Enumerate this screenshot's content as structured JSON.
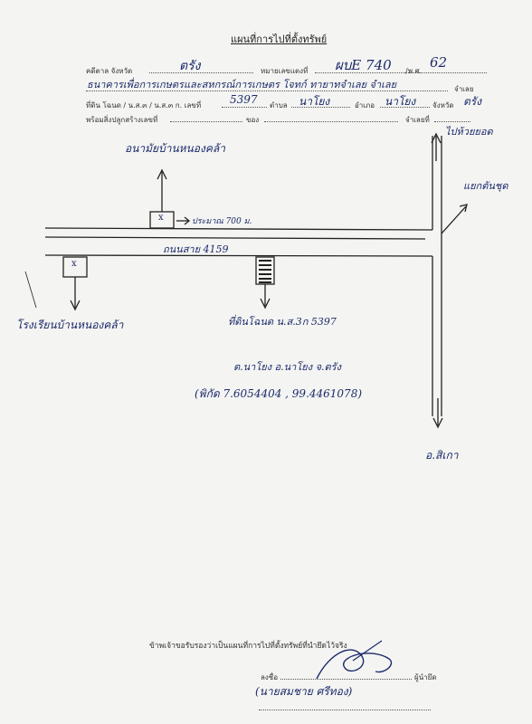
{
  "title": "แผนที่การไปที่ตั้งทรัพย์",
  "form": {
    "court_label": "คดีตาล จังหวัด",
    "court_value": "ตรัง",
    "case_label": "หมายเลขแดงที่",
    "case_value": "ผบE 740",
    "case_year_sep": "/พ.ศ.",
    "case_year": "62",
    "parties_value": "ธนาคารเพื่อการเกษตรและสหกรณ์การเกษตร  โจทก์   ทายาทจำเลย  จำเลย",
    "parties_label": "จำเลย",
    "land_label": "ที่ดิน โฉนด / น.ส.๓ / น.ส.๓ ก. เลขที่",
    "land_value": "5397",
    "subdistrict_label": "ตำบล",
    "subdistrict_value": "นาโยง",
    "district_label": "อำเภอ",
    "district_value": "นาโยง",
    "province_label": "จังหวัด",
    "province_value": "ตรัง",
    "building_label": "พร้อมสิ่งปลูกสร้างเลขที่",
    "of_label": "ของ",
    "defendant_no_label": "จำเลยที่"
  },
  "map": {
    "north_label": "ไปห้วยยอด",
    "east_label": "แยกตันชุด",
    "south_label": "อ.สิเกา",
    "village_hall_label": "อนามัยบ้านหนองคล้า",
    "school_label": "โรงเรียนบ้านหนองคล้า",
    "distance_label": "ประมาณ 700 ม.",
    "road_label": "ถนนสาย 4159",
    "property_label": "ที่ดินโฉนด น.ส.3ก 5397",
    "location_label": "ต.นาโยง  อ.นาโยง จ.ตรัง",
    "coords_label": "(พิกัด 7.6054404 , 99.4461078)",
    "x_mark": "x"
  },
  "certification": "ข้าพเจ้าขอรับรองว่าเป็นแผนที่การไปที่ตั้งทรัพย์ที่นำยึดไว้จริง",
  "signature": {
    "sign_label": "ลงชื่อ",
    "role_label": "ผู้นำยึด",
    "name_value": "(นายสมชาย ศรีทอง)"
  },
  "colors": {
    "ink": "#1b2a6b",
    "line": "#222222"
  }
}
